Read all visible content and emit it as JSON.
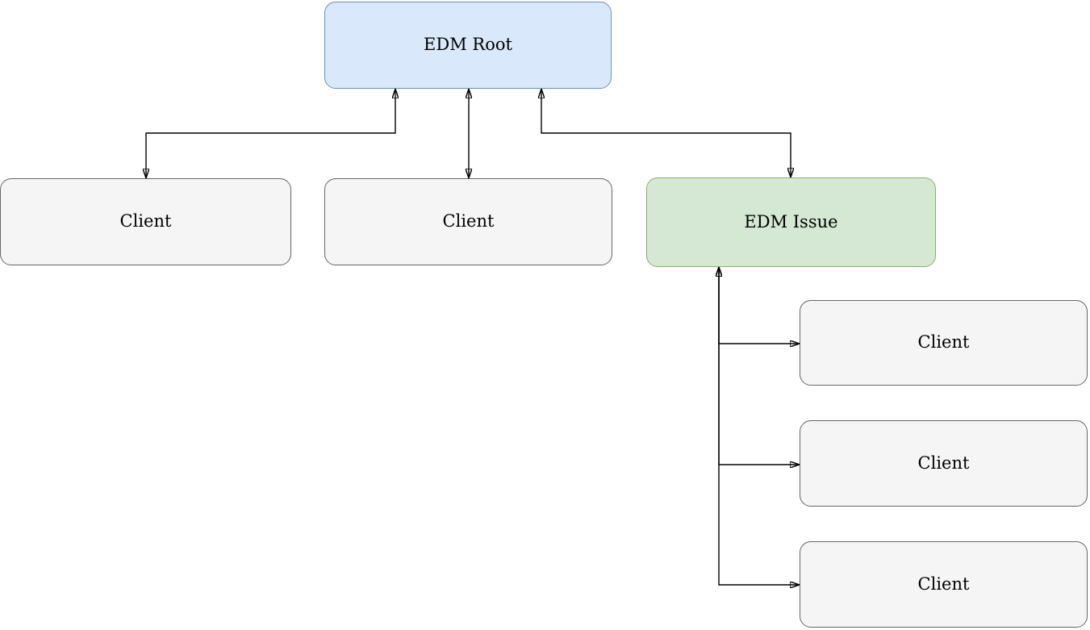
{
  "diagram": {
    "background": "#ffffff",
    "edge_color": "#000000",
    "text_color": "#000000",
    "nodes": [
      {
        "id": "edm-root",
        "label": "EDM Root",
        "fill": "#dae8fc",
        "border": "#6c8ebf"
      },
      {
        "id": "client-1",
        "label": "Client",
        "fill": "#f5f5f5",
        "border": "#666666"
      },
      {
        "id": "client-2",
        "label": "Client",
        "fill": "#f5f5f5",
        "border": "#666666"
      },
      {
        "id": "edm-issue",
        "label": "EDM Issue",
        "fill": "#d5e8d4",
        "border": "#82b366"
      },
      {
        "id": "client-3",
        "label": "Client",
        "fill": "#f5f5f5",
        "border": "#666666"
      },
      {
        "id": "client-4",
        "label": "Client",
        "fill": "#f5f5f5",
        "border": "#666666"
      },
      {
        "id": "client-5",
        "label": "Client",
        "fill": "#f5f5f5",
        "border": "#666666"
      }
    ],
    "edges": [
      {
        "from": "edm-root",
        "to": "client-1",
        "direction": "bidirectional"
      },
      {
        "from": "edm-root",
        "to": "client-2",
        "direction": "bidirectional"
      },
      {
        "from": "edm-root",
        "to": "edm-issue",
        "direction": "bidirectional"
      },
      {
        "from": "edm-issue",
        "to": "client-3",
        "direction": "bidirectional"
      },
      {
        "from": "edm-issue",
        "to": "client-4",
        "direction": "bidirectional"
      },
      {
        "from": "edm-issue",
        "to": "client-5",
        "direction": "bidirectional"
      }
    ]
  }
}
